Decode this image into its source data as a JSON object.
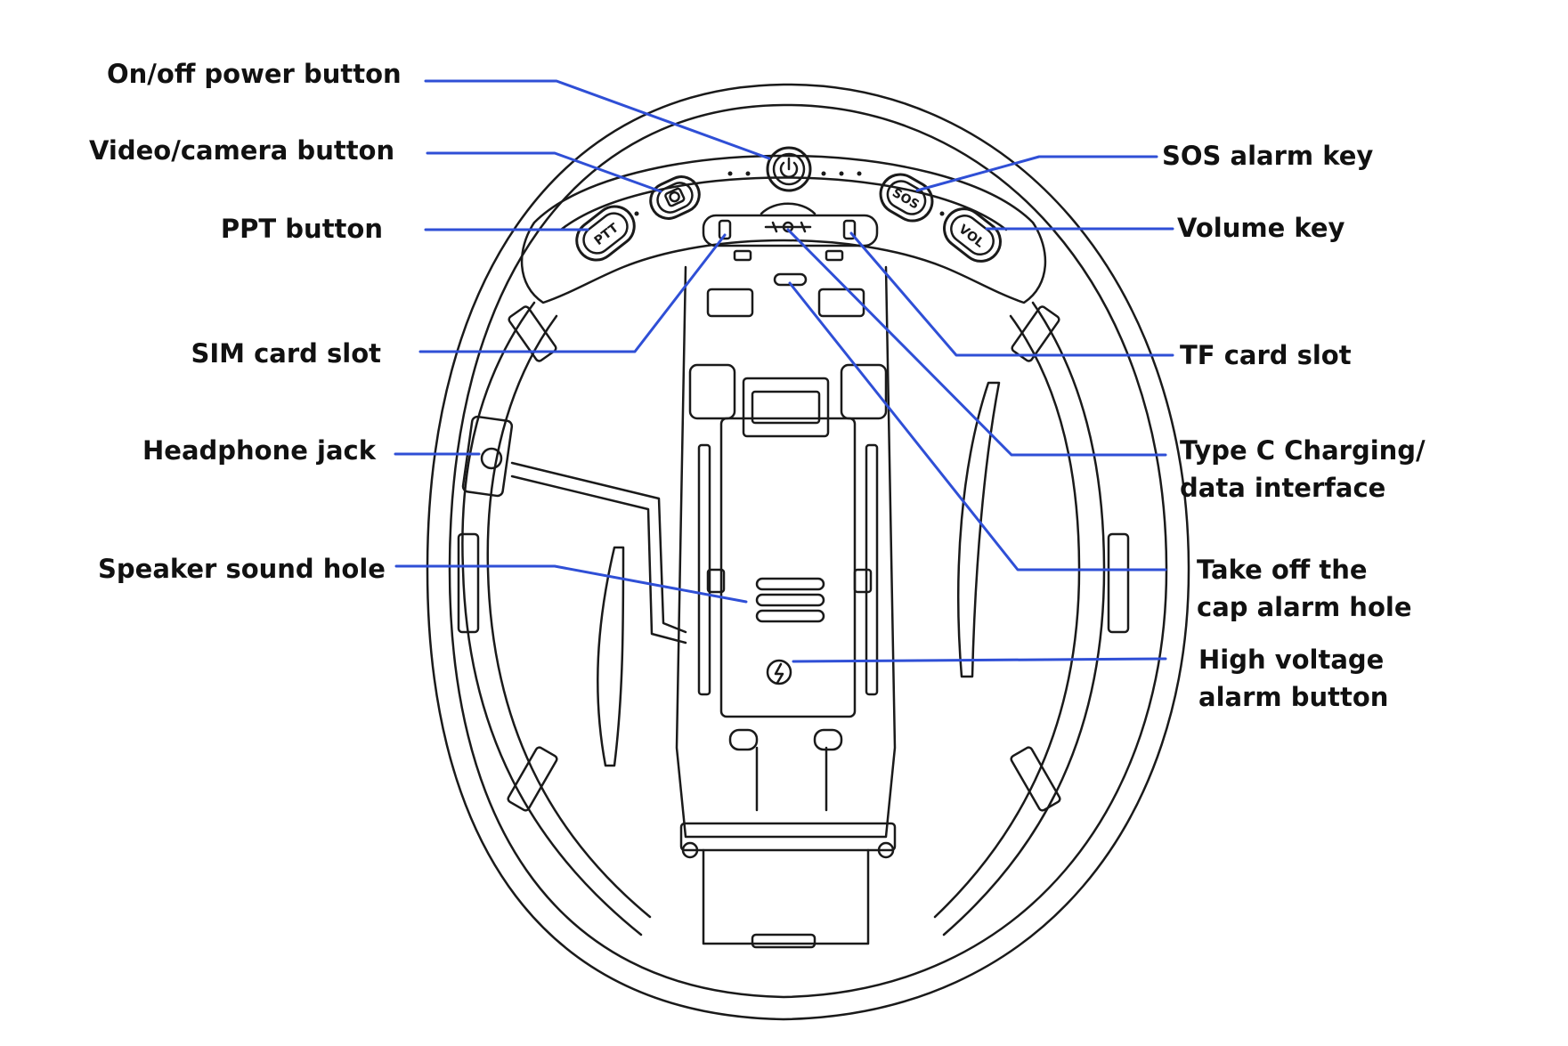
{
  "callouts": {
    "power": "On/off power button",
    "video": "Video/camera button",
    "ppt": "PPT button",
    "sim": "SIM card slot",
    "headphone": "Headphone jack",
    "speaker": "Speaker sound hole",
    "sos": "SOS alarm key",
    "volume": "Volume key",
    "tf": "TF card slot",
    "typec_1": "Type C Charging/",
    "typec_2": "data interface",
    "cap_1": "Take off the",
    "cap_2": "cap alarm hole",
    "hv_1": "High voltage",
    "hv_2": "alarm button"
  },
  "button_marks": {
    "ptt": "PTT",
    "sos": "SOS",
    "vol": "VOL"
  },
  "colors": {
    "leader_line": "#2f4fd6",
    "drawing": "#1a1a1a",
    "text": "#111111"
  }
}
